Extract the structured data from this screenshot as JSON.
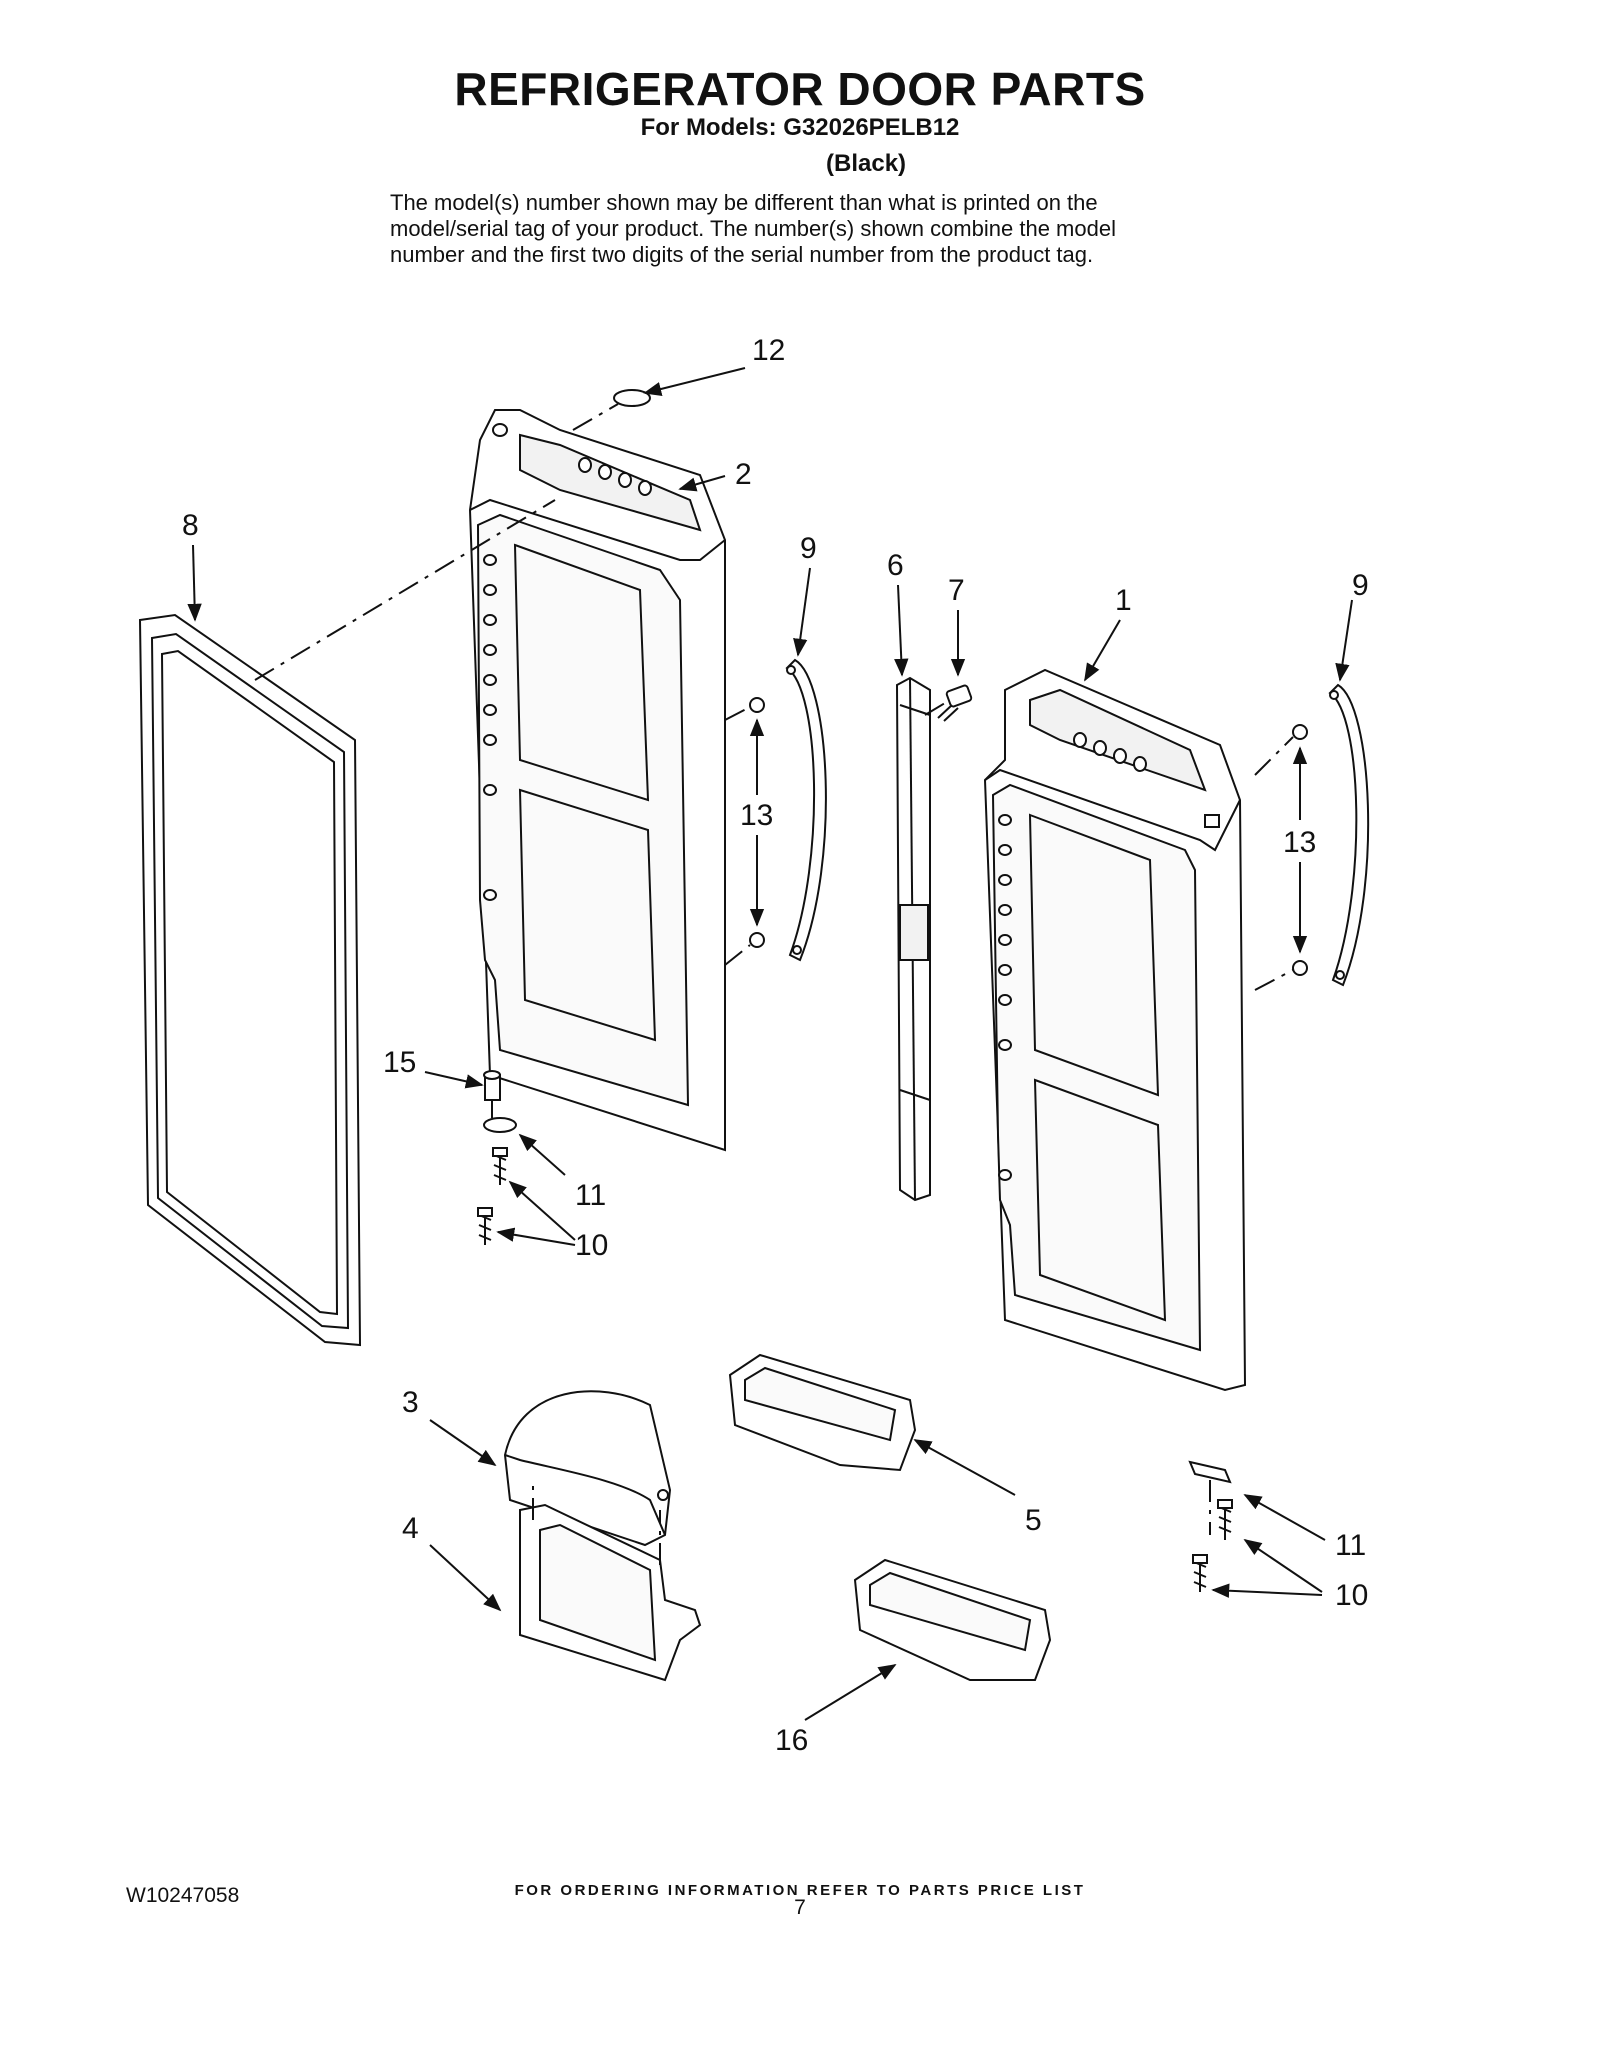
{
  "header": {
    "title": "REFRIGERATOR DOOR PARTS",
    "models_line": "For Models: G32026PELB12",
    "variant": "(Black)",
    "note_lines": [
      "The model(s) number shown may be different than what is printed on the",
      "model/serial tag of your product. The number(s) shown combine the model",
      "number and the first two digits of the serial number from the product tag."
    ]
  },
  "callouts": {
    "c1": "1",
    "c2": "2",
    "c3": "3",
    "c4": "4",
    "c5": "5",
    "c6": "6",
    "c7": "7",
    "c8": "8",
    "c9a": "9",
    "c9b": "9",
    "c10a": "10",
    "c10b": "10",
    "c11a": "11",
    "c11b": "11",
    "c12": "12",
    "c13a": "13",
    "c13b": "13",
    "c15": "15",
    "c16": "16"
  },
  "footer": {
    "ordering": "FOR ORDERING INFORMATION REFER TO PARTS PRICE LIST",
    "doc_number": "W10247058",
    "page_number": "7"
  }
}
